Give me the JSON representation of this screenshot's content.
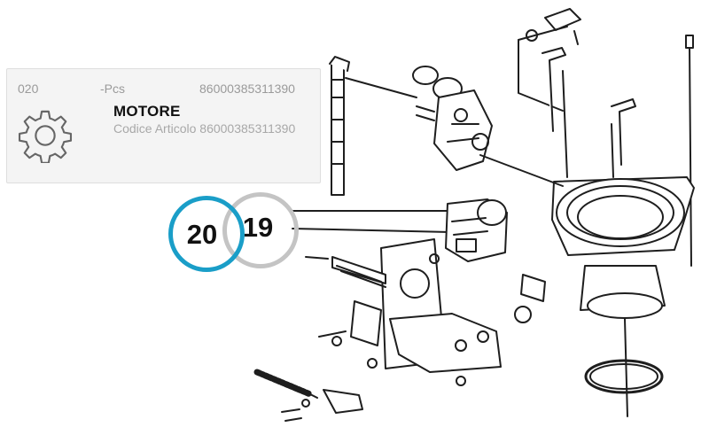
{
  "card": {
    "position": "020",
    "unit": "-Pcs",
    "code": "86000385311390",
    "title": "MOTORE",
    "article_label": "Codice Articolo",
    "article_code": "86000385311390",
    "icon": "gear-icon"
  },
  "callouts": {
    "blue": "20",
    "gray": "19"
  },
  "colors": {
    "callout_blue": "#1a9ec8",
    "callout_gray": "#c4c4c4",
    "line_art": "#1e1e1e",
    "card_bg": "#f4f4f4"
  }
}
